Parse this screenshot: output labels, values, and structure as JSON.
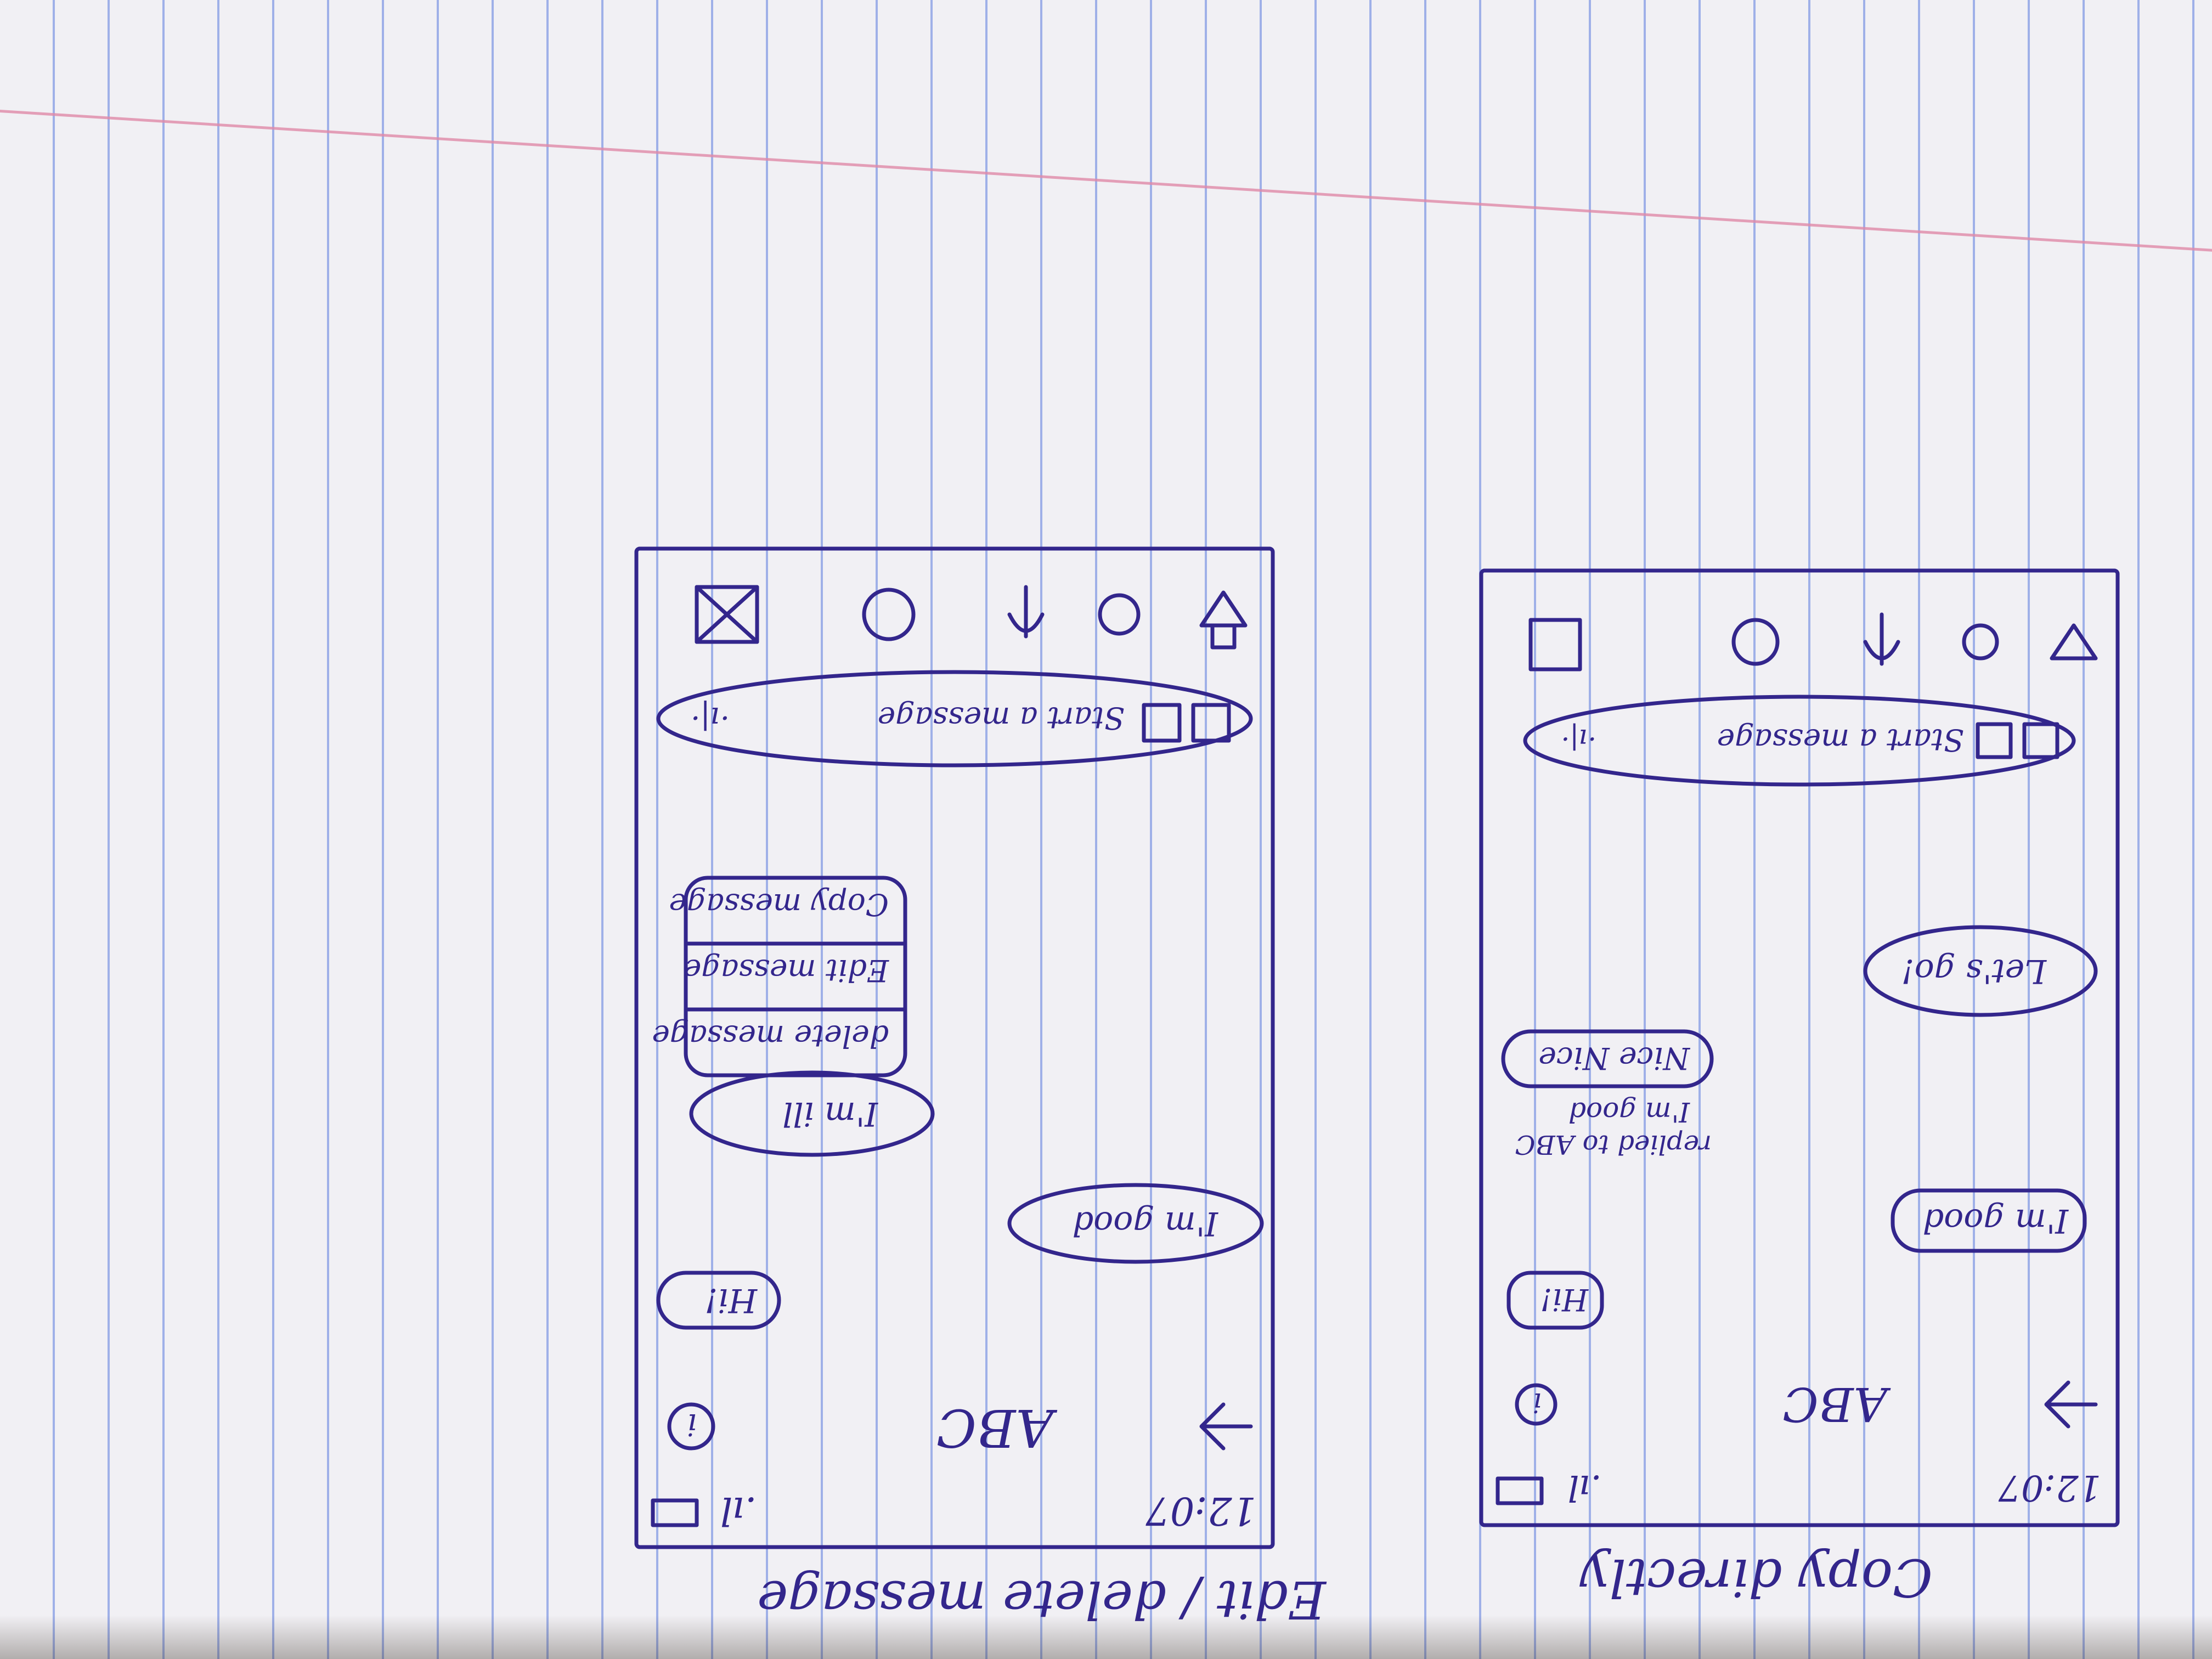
{
  "sketch_left": {
    "caption": "Edit / delete message",
    "status_time": "12:07",
    "chat_title": "ABC",
    "messages": [
      {
        "text": "Hi!",
        "from": "other"
      },
      {
        "text": "I'm good",
        "from": "me"
      },
      {
        "text": "I'm ill",
        "from": "other"
      }
    ],
    "context_menu": [
      "Copy message",
      "Edit message",
      "delete message"
    ],
    "composer_placeholder": "Start a message"
  },
  "sketch_right": {
    "caption": "Copy directly",
    "status_time": "12:07",
    "chat_title": "ABC",
    "messages": [
      {
        "text": "Hi!",
        "from": "other"
      },
      {
        "text": "I'm good",
        "from": "me"
      },
      {
        "text": "replied to ABC",
        "from": "other",
        "type": "reply-label"
      },
      {
        "text": "I'm good",
        "from": "other",
        "type": "reply-quote"
      },
      {
        "text": "Nice Nice",
        "from": "other"
      },
      {
        "text": "Let's go!",
        "from": "me"
      }
    ],
    "composer_placeholder": "Start a message"
  },
  "colors": {
    "ink": "#33268c",
    "paper": "#f1f0f4",
    "rule_lines": "#9fb0e8",
    "margin_line": "#e08aa8"
  }
}
